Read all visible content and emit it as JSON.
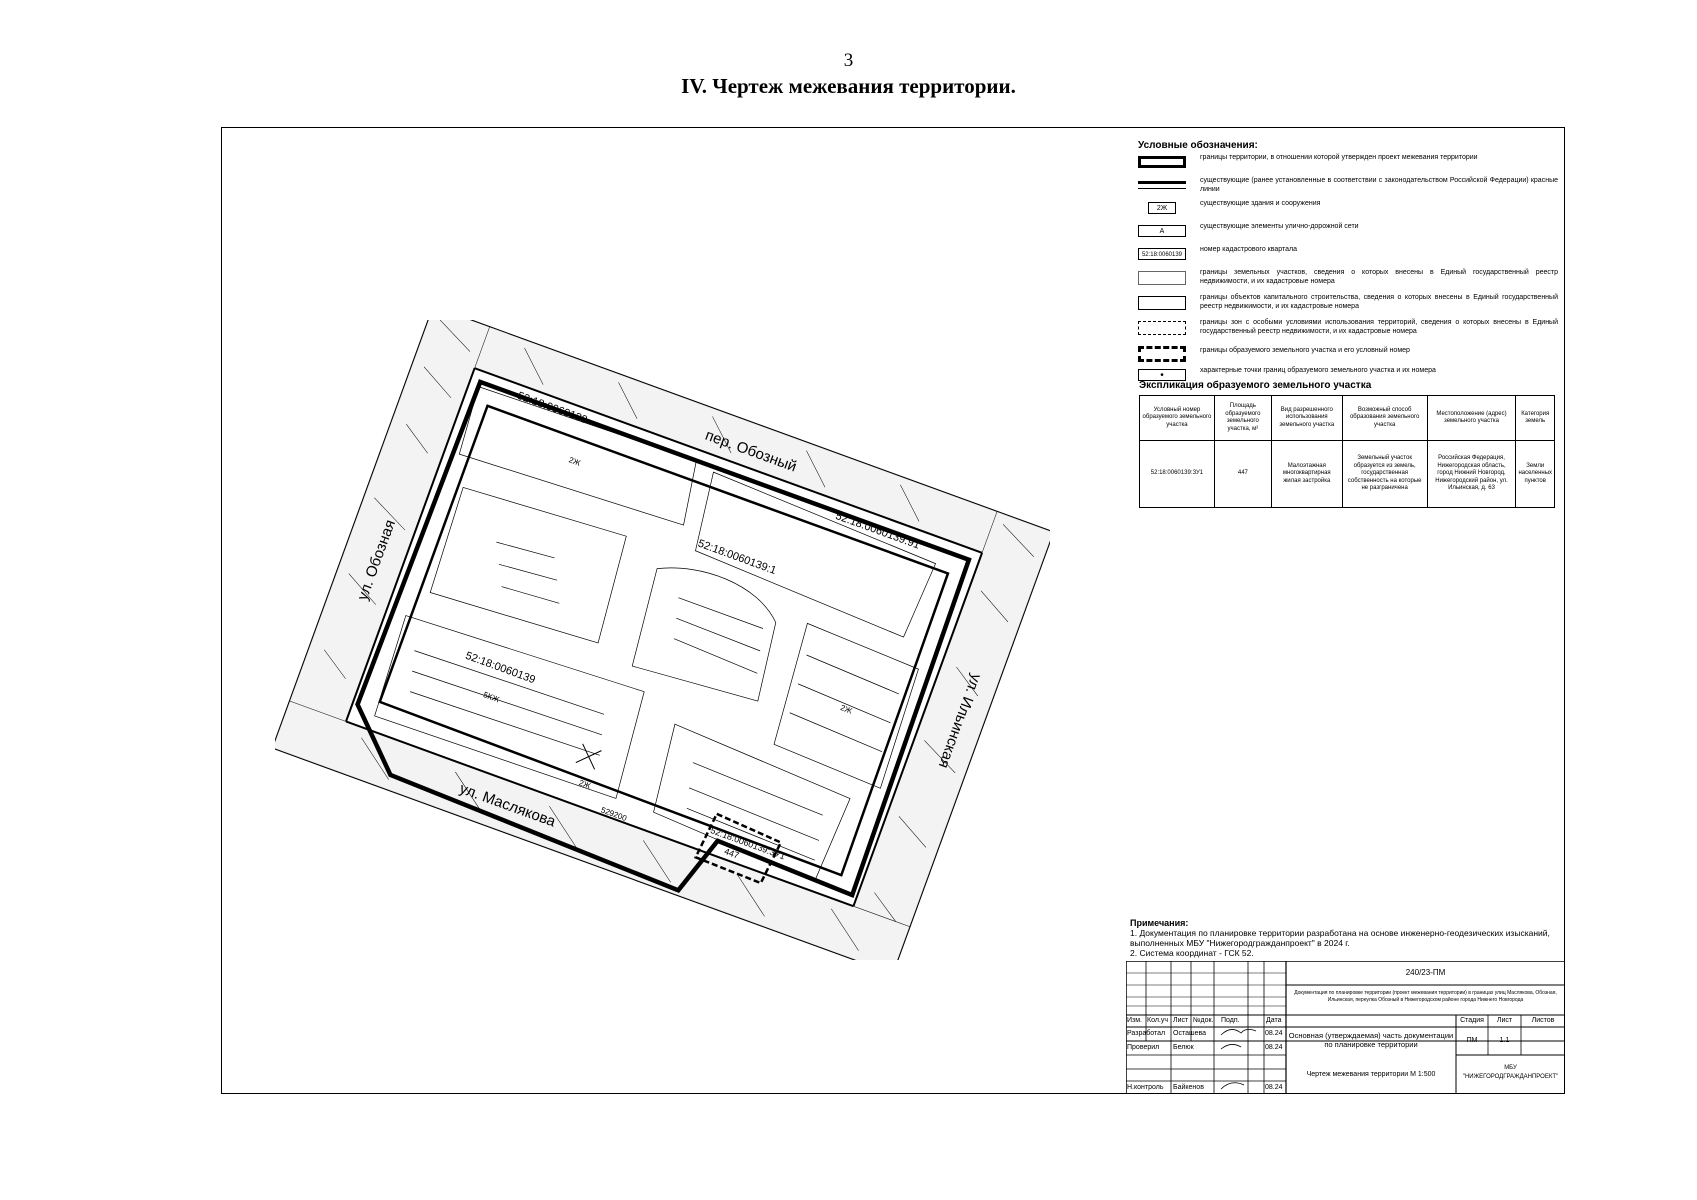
{
  "page": {
    "number": "3",
    "title": "IV.  Чертеж межевания территории."
  },
  "map_labels": {
    "street_obozny_lane": "пер. Обозный",
    "street_obozny": "ул. Обозная",
    "street_ilyinskaya": "ул. Ильинская",
    "street_maslyakova": "ул. Маслякова",
    "quarter_1": "52:18:0060139:1",
    "quarter_2": "52:18:0060139:91",
    "quarter_3": "52:18:0060139",
    "quarter_4": "52:18:0060139",
    "parcel_zu1": "52:18:0060139:ЗУ1",
    "parcel_area": "447",
    "coord": "529200",
    "zk_1": "2Ж",
    "zk_2": "5КЖ",
    "zk_3": "2Ж",
    "zk_4": "2Ж"
  },
  "legend": {
    "title": "Условные обозначения:",
    "items": [
      {
        "symbol": "",
        "text": "границы территории, в отношении которой утвержден проект межевания территории"
      },
      {
        "symbol": "",
        "text": "существующие (ранее установленные в соответствии с законодательством Российской Федерации) красные линии"
      },
      {
        "symbol": "2Ж",
        "text": "существующие здания и сооружения"
      },
      {
        "symbol": "А",
        "text": "существующие элементы улично-дорожной сети"
      },
      {
        "symbol": "52:18:0060139",
        "text": "номер кадастрового квартала"
      },
      {
        "symbol": "",
        "text": "границы земельных участков, сведения о которых внесены в Единый государственный реестр недвижимости, и их кадастровые номера"
      },
      {
        "symbol": "",
        "text": "границы объектов капитального строительства, сведения о которых внесены в Единый государственный реестр недвижимости, и их кадастровые номера"
      },
      {
        "symbol": "",
        "text": "границы зон с особыми условиями использования территорий, сведения о которых внесены в Единый государственный реестр недвижимости, и их кадастровые номера"
      },
      {
        "symbol": "",
        "text": "границы образуемого земельного участка и его условный номер"
      },
      {
        "symbol": "•",
        "text": "характерные точки границ образуемого земельного участка и их номера"
      }
    ]
  },
  "explication": {
    "title": "Экспликация образуемого земельного участка",
    "headers": [
      "Условный номер образуемого земельного участка",
      "Площадь образуемого земельного участка, м²",
      "Вид разрешенного использования земельного участка",
      "Возможный способ образования земельного участка",
      "Местоположение (адрес) земельного участка",
      "Категория земель"
    ],
    "row": [
      "52:18:0060139:ЗУ1",
      "447",
      "Малоэтажная многоквартирная жилая застройка",
      "Земельный участок образуется из земель, государственная собственность на которые не разграничена",
      "Российская Федерация, Нижегородская область, город Нижний Новгород, Нижегородский район, ул. Ильинская, д. 63",
      "Земли населенных пунктов"
    ]
  },
  "notes": {
    "title": "Примечания:",
    "lines": [
      "1. Документация по планировке территории разработана на основе инженерно-геодезических изысканий, выполненных МБУ \"Нижегородгражданпроект\" в 2024 г.",
      "2. Система координат - ГСК 52."
    ]
  },
  "stamp": {
    "code": "240/23-ПМ",
    "project": "Документация по планировке территории (проект межевания территории) в границах улиц Маслякова, Обозная, Ильинская, переулка Обозный в Нижегородском районе города Нижнего Новгорода",
    "hdr_izm": "Изм.",
    "hdr_kol": "Кол.уч",
    "hdr_list": "Лист",
    "hdr_ndok": "№док.",
    "hdr_podp": "Подп.",
    "hdr_data": "Дата",
    "role_1": "Разработал",
    "name_1": "Осташева",
    "date_1": "08.24",
    "role_2": "Проверил",
    "name_2": "Белюк",
    "date_2": "08.24",
    "role_3": "Н.контроль",
    "name_3": "Байкенов",
    "date_3": "08.24",
    "doc_title": "Основная (утверждаемая) часть документации по планировке территории",
    "stage_label": "Стадия",
    "sheet_label": "Лист",
    "sheets_label": "Листов",
    "stage": "ПМ",
    "sheet": "1.1",
    "drawing": "Чертеж межевания территории М 1:500",
    "org_1": "МБУ",
    "org_2": "\"НИЖЕГОРОДГРАЖДАНПРОЕКТ\""
  }
}
